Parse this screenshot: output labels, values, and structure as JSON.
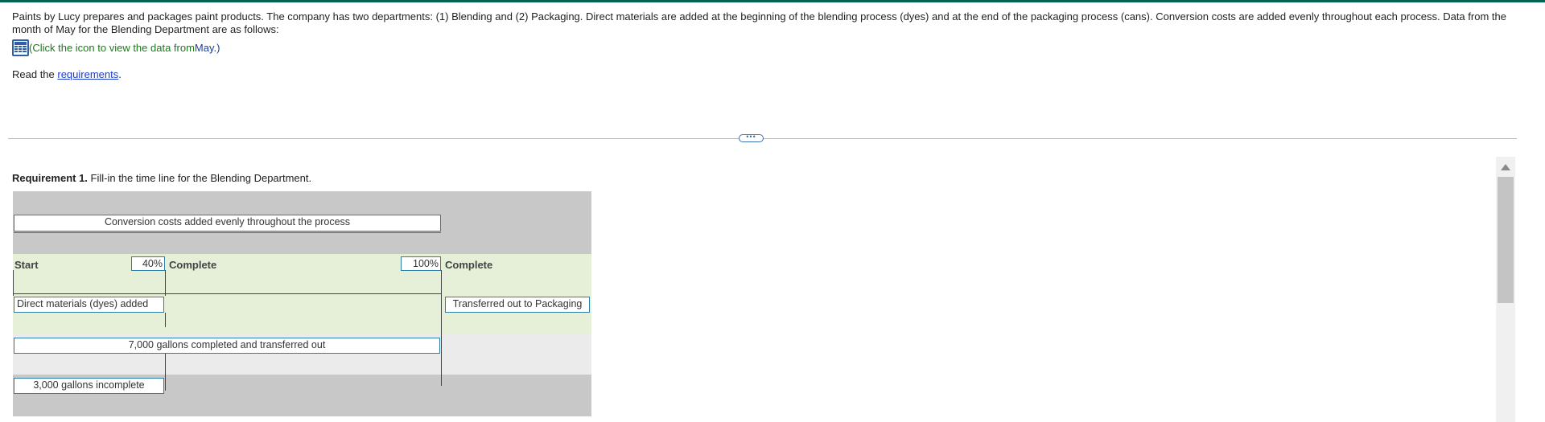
{
  "intro": {
    "text": "Paints by Lucy prepares and packages paint products. The company has two departments: (1) Blending and (2) Packaging. Direct materials are added at the beginning of the blending process (dyes) and at the end of the packaging process (cans). Conversion costs are added evenly throughout each process. Data from the month of May for the Blending Department are as follows:"
  },
  "data_link": {
    "icon": "spreadsheet-icon",
    "prefix": "(Click the icon to view the data from ",
    "month": "May.)"
  },
  "read_row": {
    "prefix": "Read the ",
    "link": "requirements",
    "suffix": "."
  },
  "divider": {
    "handle": "•••"
  },
  "requirement": {
    "label": "Requirement 1.",
    "text": " Fill-in the time line for the Blending Department."
  },
  "timeline": {
    "conversion_box": "Conversion costs added evenly throughout the process",
    "start_label": "Start",
    "pct_40": "40%",
    "complete_40": "Complete",
    "pct_100": "100%",
    "complete_100": "Complete",
    "dm_box": "Direct materials (dyes) added",
    "transferred_box": "Transferred out to Packaging",
    "completed_box": "7,000 gallons completed and transferred out",
    "incomplete_box": "3,000 gallons incomplete"
  },
  "colors": {
    "accent": "#006450",
    "box_border": "#2b7fa8",
    "band_gray": "#c8c8c8",
    "band_green": "#e6f0d8",
    "band_light": "#ebebeb"
  }
}
